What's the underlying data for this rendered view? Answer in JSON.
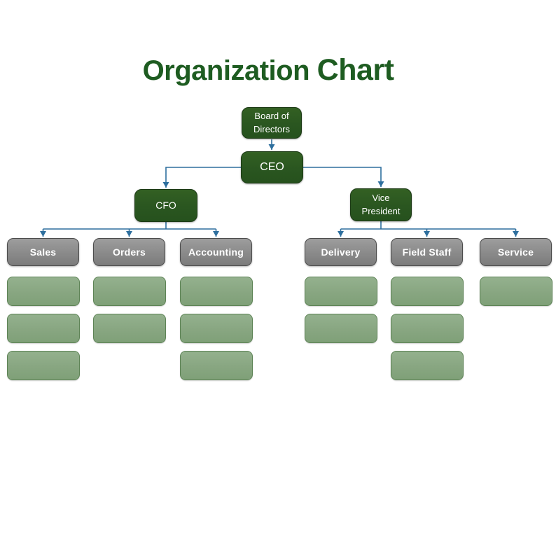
{
  "title": {
    "part1": "Organization",
    "part2": "Chart"
  },
  "nodes": {
    "board": {
      "label": "Board of Directors"
    },
    "ceo": {
      "label": "CEO"
    },
    "cfo": {
      "label": "CFO"
    },
    "vp": {
      "label": "Vice President"
    },
    "departments": [
      {
        "label": "Sales",
        "children": 3
      },
      {
        "label": "Orders",
        "children": 2
      },
      {
        "label": "Accounting",
        "children": 3
      },
      {
        "label": "Delivery",
        "children": 2
      },
      {
        "label": "Field Staff",
        "children": 3
      },
      {
        "label": "Service",
        "children": 1
      }
    ]
  },
  "colors": {
    "title_text": "#1e5c21",
    "executive_fill": "#2a5620",
    "executive_border": "#1c3a15",
    "department_fill": "#8a8a8a",
    "department_border": "#4c4c4c",
    "leaf_fill": "#88a681",
    "leaf_border": "#5d8355",
    "connector": "#2e6f9e",
    "node_text": "#ffffff",
    "background": "#ffffff"
  }
}
